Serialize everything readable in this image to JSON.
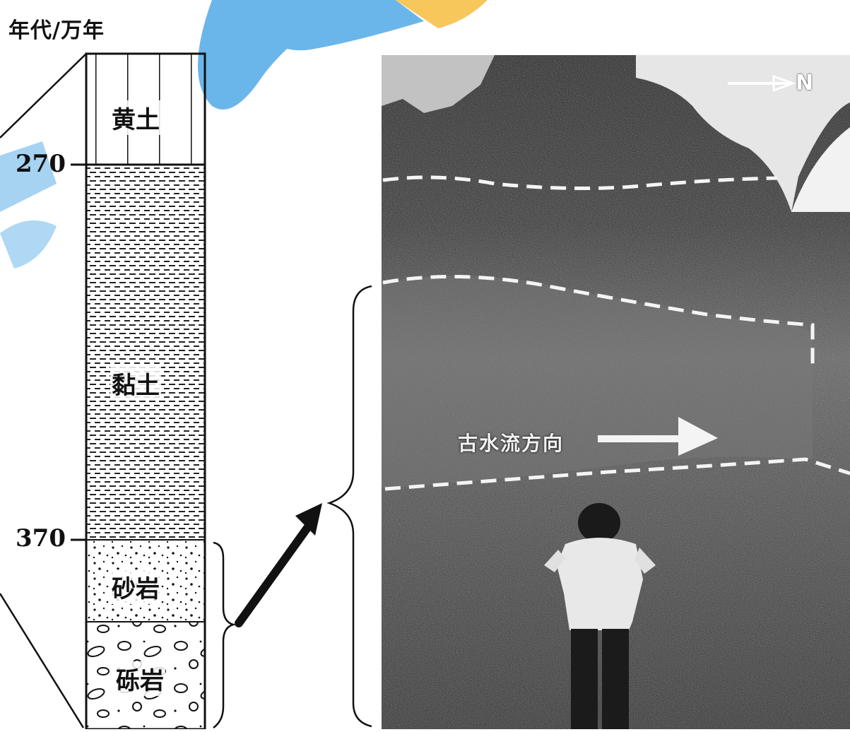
{
  "axis_title": "年代/万年",
  "ages": [
    {
      "value": "270"
    },
    {
      "value": "370"
    }
  ],
  "layers": [
    {
      "key": "loess",
      "label": "黄土",
      "pattern": "vertical-lines"
    },
    {
      "key": "clay",
      "label": "黏土",
      "pattern": "dashes"
    },
    {
      "key": "sandstone",
      "label": "砂岩",
      "pattern": "dots"
    },
    {
      "key": "conglomerate",
      "label": "砾岩",
      "pattern": "pebbles"
    }
  ],
  "photo": {
    "north_label": "N",
    "flow_label": "古水流方向",
    "description_colors": {
      "dark": "#2b2b2b",
      "mid": "#5a5a5a",
      "light": "#d8d8d8"
    }
  },
  "colors": {
    "line": "#111111",
    "watermark_blue": "#5aaee8",
    "watermark_orange": "#f6c14a"
  }
}
